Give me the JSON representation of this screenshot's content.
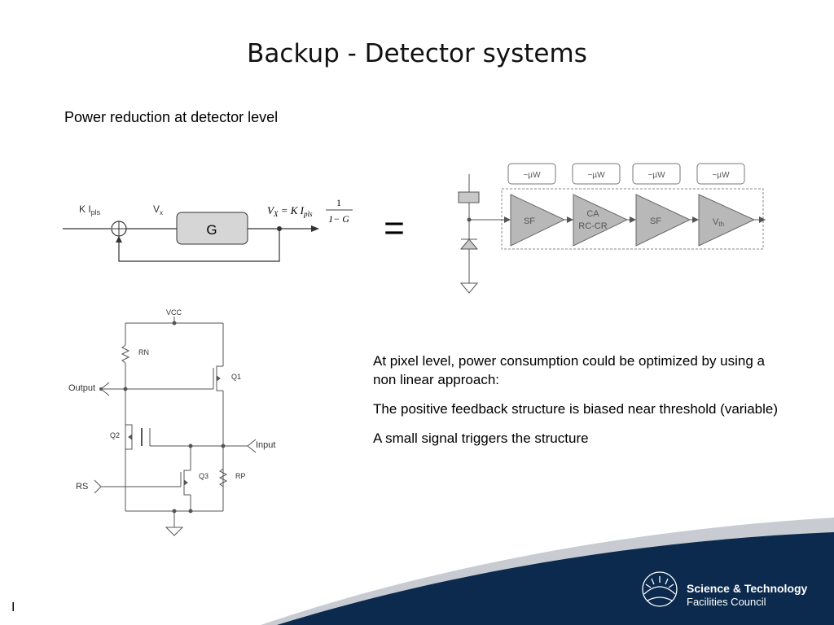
{
  "slide": {
    "title": "Backup - Detector systems",
    "subtitle": "Power reduction at detector level",
    "bullets": [
      "At pixel level, power consumption could be optimized by using a non linear approach:",
      "The positive feedback structure is biased near threshold (variable)",
      "A small signal triggers the structure"
    ],
    "footer_mark": "I"
  },
  "feedback_diagram": {
    "input_label_main": "K I",
    "input_label_sub": "pls",
    "node_label_main": "V",
    "node_label_sub": "x",
    "block_label": "G",
    "equation_lhs_main": "V",
    "equation_lhs_sub": "X",
    "equation_mid": " = K I",
    "equation_mid_sub": "pls",
    "equation_num": "1",
    "equation_den": "1− G"
  },
  "equals_sign": "=",
  "chain_diagram": {
    "power_labels": [
      "~µW",
      "~µW",
      "~µW",
      "~µW"
    ],
    "stages": [
      {
        "line1": "SF",
        "line2": ""
      },
      {
        "line1": "CA",
        "line2": "RC-CR"
      },
      {
        "line1": "SF",
        "line2": ""
      },
      {
        "line1": "V",
        "line2": ""
      }
    ],
    "last_stage_sub": "th"
  },
  "circuit": {
    "vcc": "VCC",
    "rn": "RN",
    "q1": "Q1",
    "q2": "Q2",
    "q3": "Q3",
    "rp": "RP",
    "output": "Output",
    "input": "Input",
    "rs": "RS"
  },
  "logo": {
    "line1": "Science & Technology",
    "line2": "Facilities Council"
  },
  "colors": {
    "footer_navy": "#0c2a4e",
    "footer_gray": "#c8ccd2",
    "block_fill": "#d6d6d6",
    "triangle_fill": "#b8b8b8"
  }
}
